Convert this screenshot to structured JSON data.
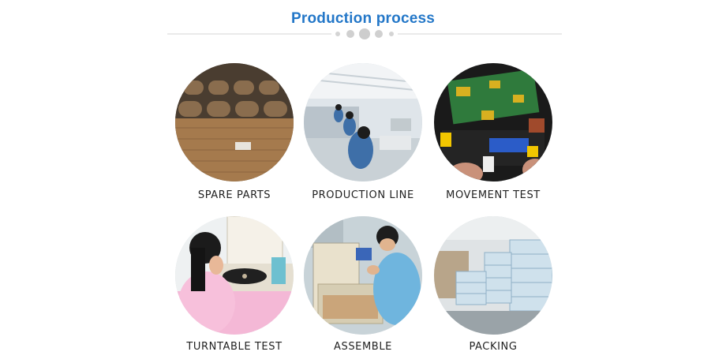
{
  "page": {
    "title": "Production process",
    "accent_color": "#2377c8"
  },
  "steps": [
    {
      "label": "SPARE PARTS",
      "image": "wooden-cabinet-parts-photo"
    },
    {
      "label": "PRODUCTION LINE",
      "image": "factory-workers-line-photo"
    },
    {
      "label": "MOVEMENT TEST",
      "image": "circuit-board-testing-photo"
    },
    {
      "label": "TURNTABLE TEST",
      "image": "worker-testing-turntable-photo"
    },
    {
      "label": "ASSEMBLE",
      "image": "worker-assembling-case-photo"
    },
    {
      "label": "PACKING",
      "image": "stacked-boxes-warehouse-photo"
    }
  ]
}
